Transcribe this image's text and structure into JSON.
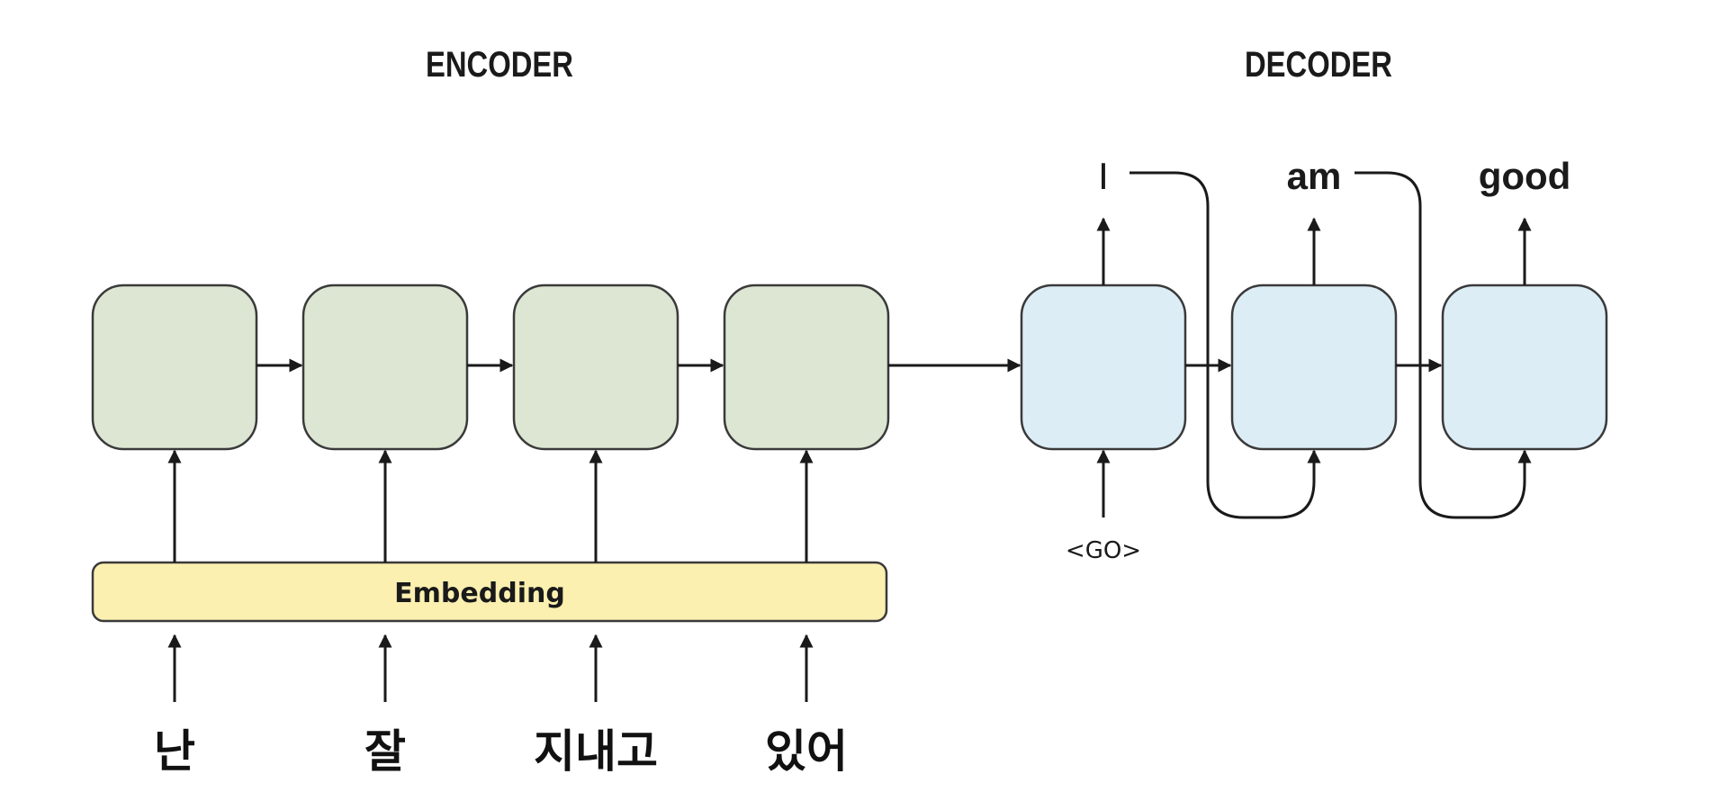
{
  "encoder": {
    "title": "ENCODER",
    "cell_count": 4,
    "embedding_label": "Embedding",
    "inputs": [
      "난",
      "잘",
      "지내고",
      "있어"
    ]
  },
  "decoder": {
    "title": "DECODER",
    "cell_count": 3,
    "start_token": "<GO>",
    "outputs": [
      "I",
      "am",
      "good"
    ]
  },
  "colors": {
    "encoder_cell": "#dce6d2",
    "decoder_cell": "#dcedf6",
    "embedding": "#fbf0b0",
    "stroke": "#3a3a3a",
    "line": "#1a1a1a"
  }
}
